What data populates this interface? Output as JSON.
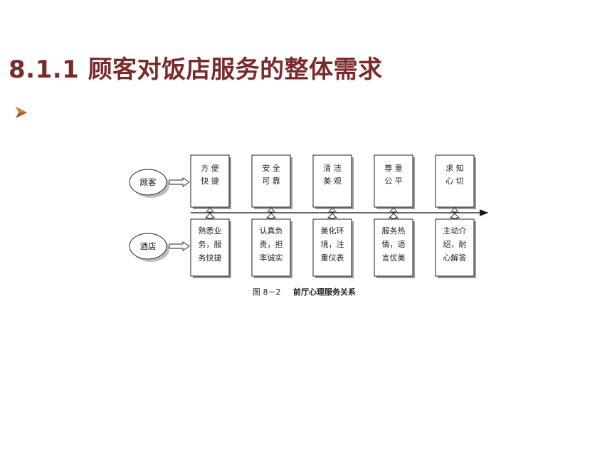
{
  "title": "8.1.1 顾客对饭店服务的整体需求",
  "bullet": {
    "icon": "arrowhead-bullet-icon",
    "color": "#c05a10"
  },
  "theme": {
    "title_color": "#7a2a2a"
  },
  "diagram": {
    "left_labels": [
      "顾客",
      "酒店"
    ],
    "needs": [
      [
        "方 便",
        "快 捷"
      ],
      [
        "安 全",
        "可 靠"
      ],
      [
        "清 洁",
        "美 观"
      ],
      [
        "尊 重",
        "公 平"
      ],
      [
        "求 知",
        "心 切"
      ]
    ],
    "services": [
      [
        "熟悉业",
        "务，服",
        "务快捷"
      ],
      [
        "认真负",
        "责，担",
        "率诚实"
      ],
      [
        "美化环",
        "境，注",
        "重仪表"
      ],
      [
        "服务热",
        "情，语",
        "言优美"
      ],
      [
        "主动介",
        "绍，耐",
        "心解答"
      ]
    ],
    "caption_prefix": "图 8－2",
    "caption_title": "前厅心理服务关系"
  }
}
